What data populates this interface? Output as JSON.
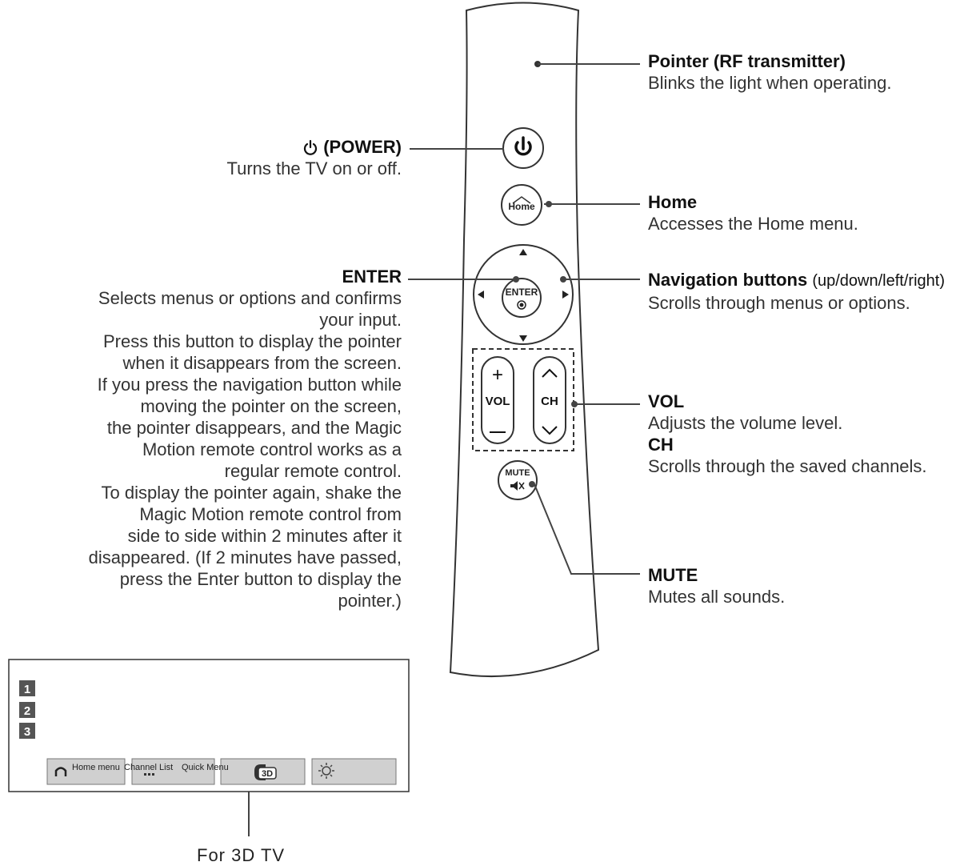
{
  "callouts": {
    "pointer": {
      "title": "Pointer (RF transmitter)",
      "desc": "Blinks the light when operating."
    },
    "power": {
      "title": "(POWER)",
      "desc": "Turns the TV on or off."
    },
    "home": {
      "title": "Home",
      "desc": "Accesses the Home menu."
    },
    "enter": {
      "title": "ENTER",
      "desc": [
        "Selects menus or options and confirms",
        "your input.",
        "Press this button to display the pointer",
        "when it disappears from the screen.",
        "If you press the navigation button while",
        "moving the pointer on the screen,",
        "the pointer disappears, and the Magic",
        "Motion remote control works as a",
        "regular remote control.",
        "To display the pointer again, shake the",
        "Magic Motion remote control from",
        "side to side within 2 minutes after it",
        "disappeared. (If 2 minutes have passed,",
        "press the Enter button to display the",
        "pointer.)"
      ]
    },
    "navigation": {
      "title": "Navigation buttons",
      "title_suffix": "(up/down/left/right)",
      "desc": "Scrolls through menus or options."
    },
    "vol": {
      "title": "VOL",
      "desc": "Adjusts the volume level."
    },
    "ch": {
      "title": "CH",
      "desc": "Scrolls through the saved channels."
    },
    "mute": {
      "title": "MUTE",
      "desc": "Mutes all sounds."
    }
  },
  "remote_buttons": {
    "home": "Home",
    "enter": "ENTER",
    "vol": "VOL",
    "ch": "CH",
    "mute": "MUTE",
    "plus": "+",
    "minus": "–"
  },
  "screen": {
    "numbers": [
      "1",
      "2",
      "3"
    ],
    "bar": {
      "home_menu": "Home menu",
      "channel_list": "Channel List",
      "quick_menu": "Quick Menu",
      "three_d": "3D"
    },
    "caption": "For 3D TV"
  },
  "colors": {
    "line": "#444444",
    "outline": "#333333",
    "fill_gray": "#d0d0d0",
    "fill_dark": "#555555"
  }
}
